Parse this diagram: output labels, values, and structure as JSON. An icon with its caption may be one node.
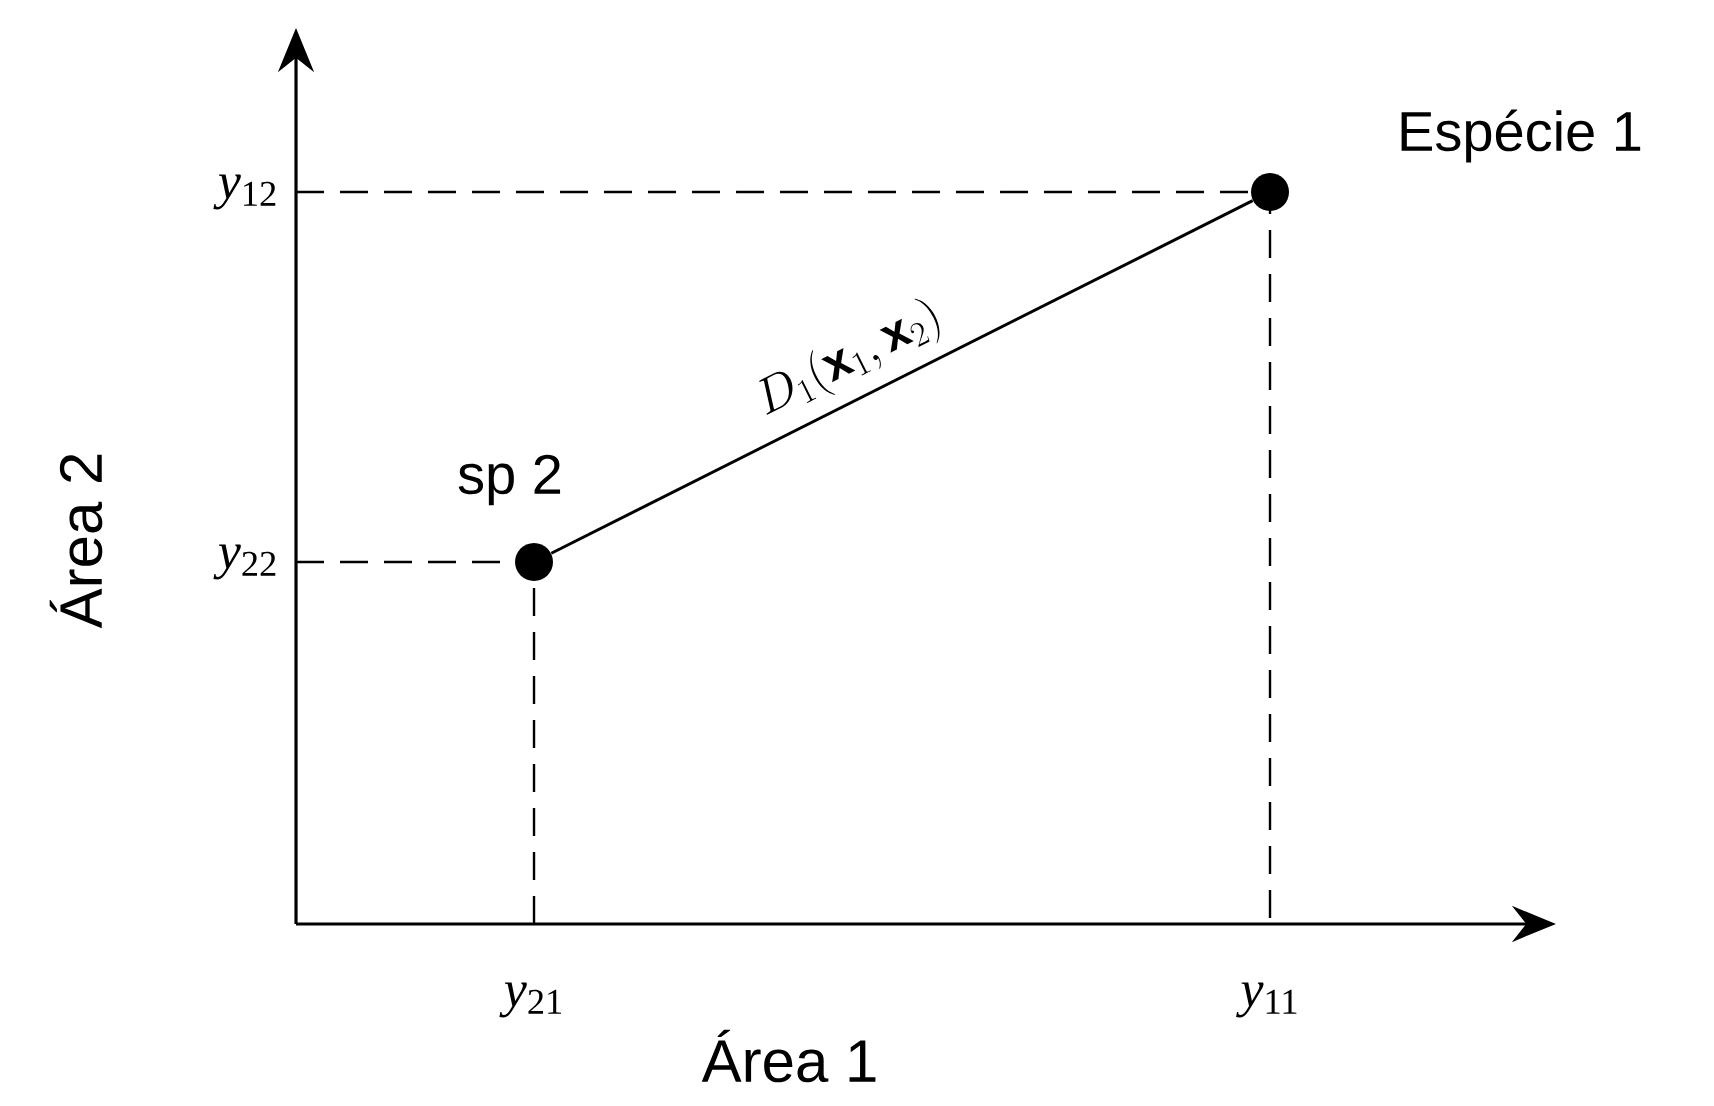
{
  "diagram": {
    "nodes": [
      {
        "text": [],
        "shape": "circle",
        "beside": [
          "Espécie 1"
        ]
      },
      {
        "text": [],
        "shape": "circle",
        "beside": [
          "sp 2"
        ]
      }
    ],
    "edges": [
      {
        "from": 1,
        "to": 0,
        "arrow": "none",
        "label": "D_{1}(\\mathbf{x}_{1},\\mathbf{x}_{2})"
      }
    ],
    "labels": [
      "*y*$_{12}$",
      "Área 2",
      "*y*$_{22}$",
      "*y*$_{21}$",
      "*y*$_{11}$",
      "Área 1"
    ]
  }
}
